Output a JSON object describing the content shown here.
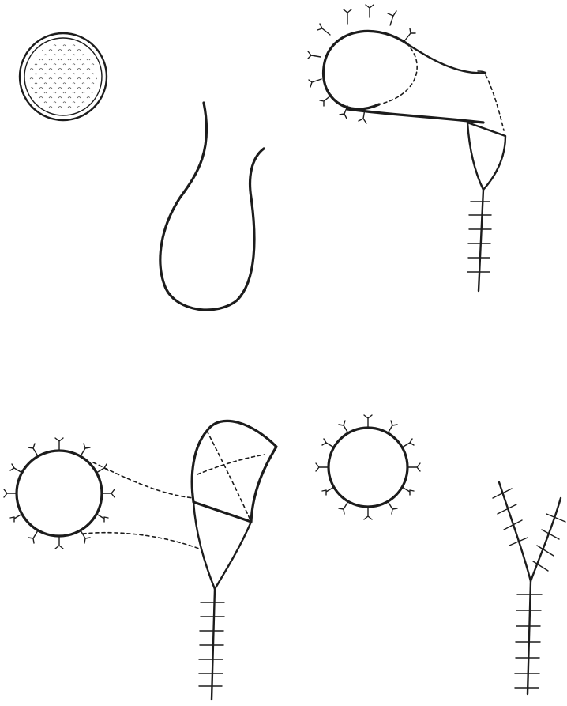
{
  "figure": {
    "ink_color": "#1c1c1c",
    "background_color": "#ffffff",
    "panels": [
      {
        "id": "top-left",
        "content": "excised-skin-disc-and-pear-shaped-incision"
      },
      {
        "id": "top-right",
        "content": "purse-string-circle-with-flap-and-linear-suture"
      },
      {
        "id": "bottom-left",
        "content": "purse-string-circle-with-raised-flap-and-linear-suture"
      },
      {
        "id": "bottom-right",
        "content": "closed-circle-and-y-shaped-suture-line"
      }
    ]
  }
}
